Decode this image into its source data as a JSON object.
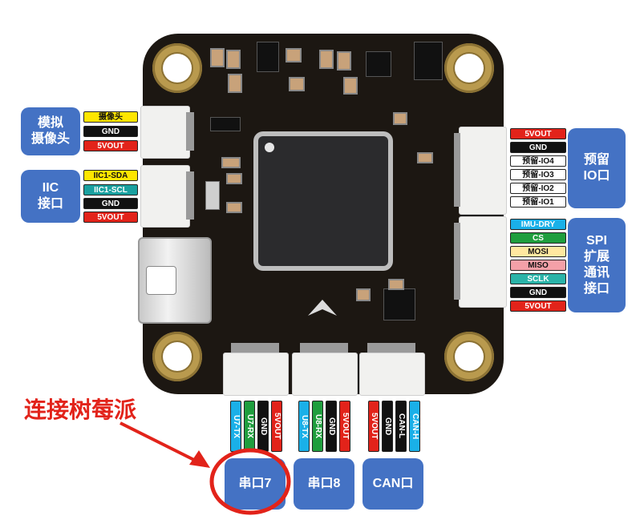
{
  "left_groups": {
    "camera": {
      "title": "模拟\n摄像头",
      "pins": [
        "摄像头",
        "GND",
        "5VOUT"
      ]
    },
    "iic": {
      "title": "IIC\n接口",
      "pins": [
        "IIC1-SDA",
        "IIC1-SCL",
        "GND",
        "5VOUT"
      ]
    }
  },
  "right_groups": {
    "io": {
      "title": "预留\nIO口",
      "pins": [
        "5VOUT",
        "GND",
        "预留-IO4",
        "预留-IO3",
        "预留-IO2",
        "预留-IO1"
      ]
    },
    "spi": {
      "title": "SPI\n扩展\n通讯\n接口",
      "pins": [
        "IMU-DRY",
        "CS",
        "MOSI",
        "MISO",
        "SCLK",
        "GND",
        "5VOUT"
      ]
    }
  },
  "bottom_groups": {
    "uart7": {
      "title": "串口7",
      "pins": [
        "U7-TX",
        "U7-RX",
        "GND",
        "5VOUT"
      ]
    },
    "uart8": {
      "title": "串口8",
      "pins": [
        "U8-TX",
        "U8-RX",
        "GND",
        "5VOUT"
      ]
    },
    "can": {
      "title": "CAN口",
      "pins": [
        "5VOUT",
        "GND",
        "CAN-L",
        "CAN-H"
      ]
    }
  },
  "annotation": {
    "text": "连接树莓派",
    "color": "#e2231a"
  },
  "colors": {
    "box": "#4472c4",
    "board": "#1c1712",
    "highlight": "#e2231a"
  }
}
